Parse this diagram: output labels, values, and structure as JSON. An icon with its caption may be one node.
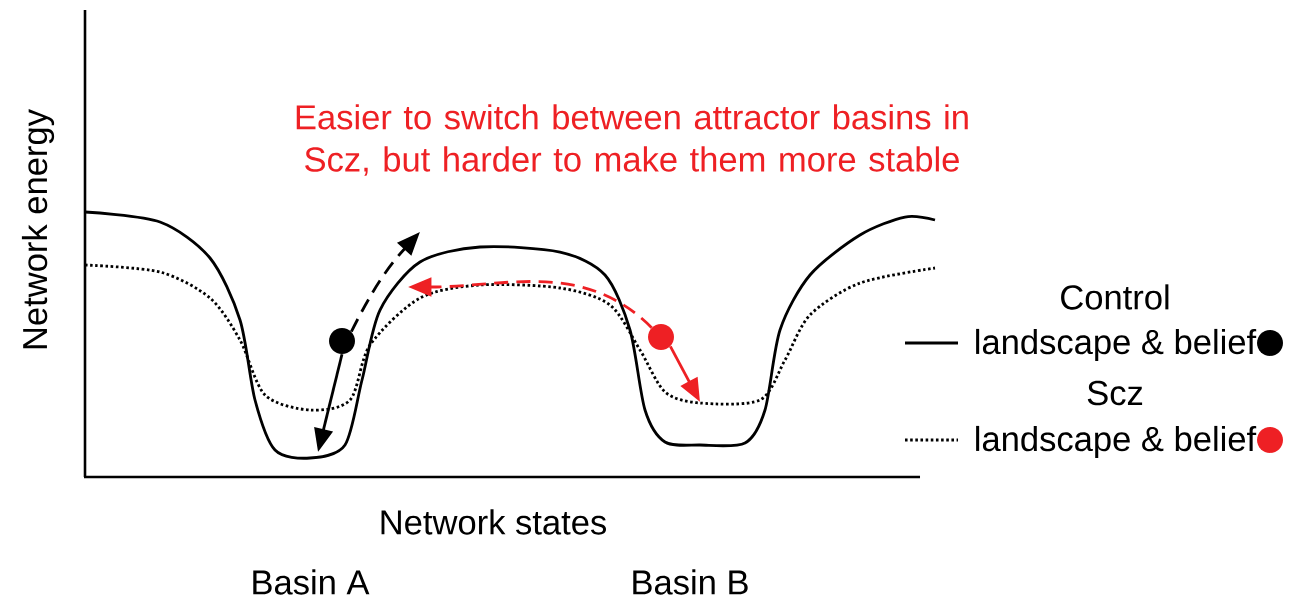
{
  "diagram": {
    "nodes": [
      {
        "text": [],
        "shape": "circle"
      },
      {
        "text": [],
        "shape": "circle"
      }
    ],
    "edges": [
      {
        "from": 0,
        "to": null,
        "arrow": "to",
        "style": "dashed"
      },
      {
        "from": 0,
        "to": null,
        "arrow": "to"
      },
      {
        "from": 1,
        "to": null,
        "arrow": "to",
        "style": "dashed",
        "color": "#ee2024"
      },
      {
        "from": 1,
        "to": null,
        "arrow": "to",
        "color": "#ee2024"
      }
    ],
    "labels": [
      "Easier to switch between attractor basins in Scz, but harder to make them more stable",
      "Network energy",
      "Control",
      "Scz",
      "Network states",
      "Basin A",
      "Basin B"
    ],
    "legend": [
      {
        "text": "landscape & belief"
      },
      {
        "text": "landscape & belief"
      }
    ]
  }
}
